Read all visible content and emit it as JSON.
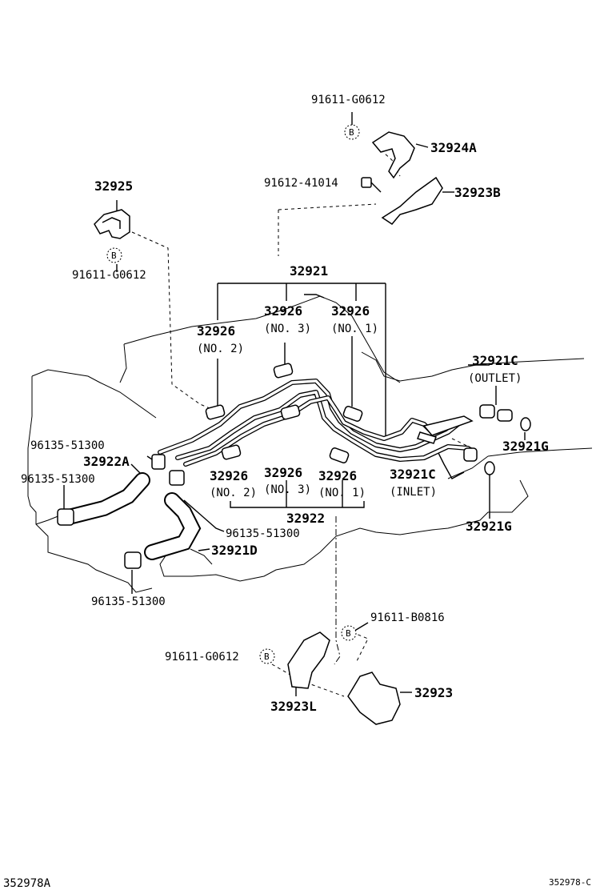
{
  "labels": {
    "p91611_g0612_top": "91611-G0612",
    "p32924a": "32924A",
    "p91612_41014": "91612-41014",
    "p32923b": "32923B",
    "p32925": "32925",
    "p91611_g0612_left": "91611-G0612",
    "p32921": "32921",
    "p32926_no2_upper": "32926",
    "no2_upper": "(NO. 2)",
    "p32926_no3_upper": "32926",
    "no3_upper": "(NO. 3)",
    "p32926_no1_upper": "32926",
    "no1_upper": "(NO. 1)",
    "p32921c_outlet": "32921C",
    "outlet": "(OUTLET)",
    "p32921g_upper": "32921G",
    "p96135_a": "96135-51300",
    "p32922a": "32922A",
    "p96135_b": "96135-51300",
    "p32926_no2_lower": "32926",
    "no2_lower": "(NO. 2)",
    "p32926_no3_lower": "32926",
    "no3_lower": "(NO. 3)",
    "p32926_no1_lower": "32926",
    "no1_lower": "(NO. 1)",
    "p32921c_inlet": "32921C",
    "inlet": "(INLET)",
    "p32922": "32922",
    "p32921g_lower": "32921G",
    "p96135_c": "96135-51300",
    "p32921d": "32921D",
    "p96135_d": "96135-51300",
    "p91611_b0816": "91611-B0816",
    "p91611_g0612_bottom": "91611-G0612",
    "p32923": "32923",
    "p32923l": "32923L",
    "ref_left": "352978A",
    "ref_right": "352978-C"
  },
  "callouts": {
    "b_marker": "B"
  }
}
